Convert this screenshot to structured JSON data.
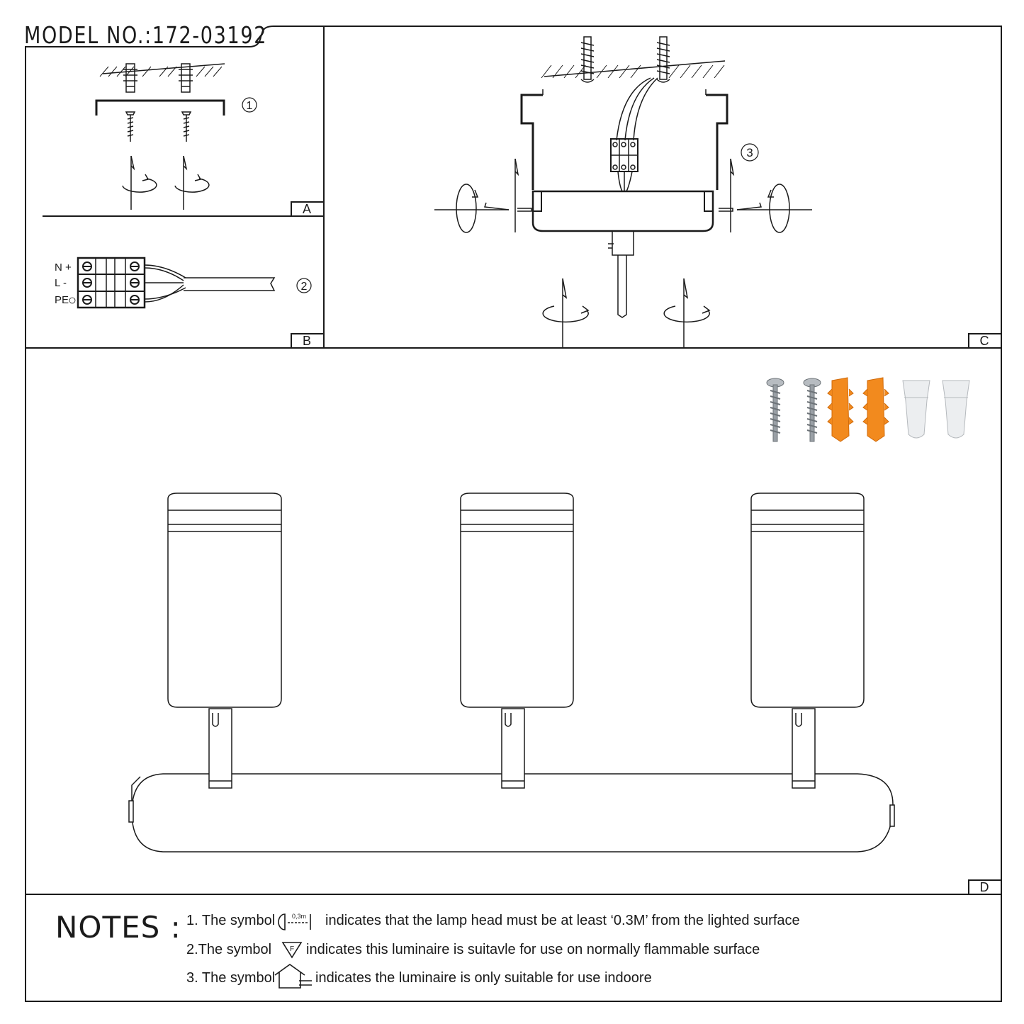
{
  "header": {
    "model_number": "MODEL NO.:172-03192"
  },
  "panels": {
    "a": {
      "label": "A",
      "step": "1"
    },
    "b": {
      "label": "B",
      "step": "2",
      "terminals": [
        "N +",
        "L -",
        "PE"
      ]
    },
    "c": {
      "label": "C",
      "step": "3"
    },
    "d": {
      "label": "D"
    }
  },
  "notes": {
    "heading": "NOTES :",
    "items": [
      {
        "prefix": "1. The symbol",
        "symbol_text": "0,3m",
        "text": "indicates that the lamp head must be at least ‘0.3M’ from the lighted surface"
      },
      {
        "prefix": "2.The symbol",
        "symbol_text": "F",
        "text": "indicates this luminaire is suitavle for use on normally flammable surface"
      },
      {
        "prefix": "3. The symbol",
        "text": "indicates the luminaire is only suitable for use indoore"
      }
    ]
  },
  "colors": {
    "line": "#1a1a1a",
    "wall_plug": "#f28a1e",
    "screw": "#9aa0a6",
    "connector": "#e8eaec"
  }
}
